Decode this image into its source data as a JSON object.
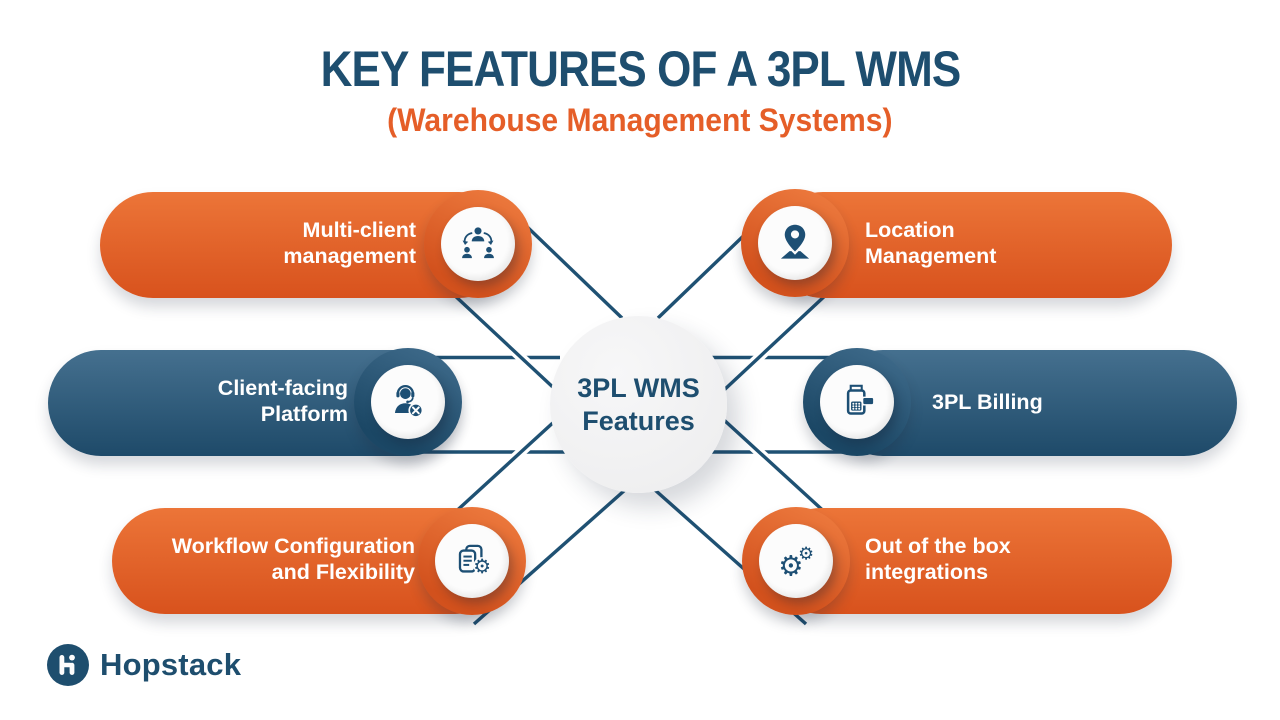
{
  "header": {
    "title": "KEY FEATURES OF A 3PL WMS",
    "subtitle": "(Warehouse Management Systems)"
  },
  "center": {
    "label": "3PL WMS Features",
    "lines": [
      "3PL WMS",
      "Features"
    ]
  },
  "features": [
    {
      "label": "Multi-client management",
      "lines": [
        "Multi-client",
        "management"
      ],
      "position": "top-left",
      "color": "orange",
      "icon": "org-hierarchy-icon"
    },
    {
      "label": "Location Management",
      "lines": [
        "Location",
        "Management"
      ],
      "position": "top-right",
      "color": "orange",
      "icon": "location-pin-icon"
    },
    {
      "label": "Client-facing Platform",
      "lines": [
        "Client-facing",
        "Platform"
      ],
      "position": "middle-left",
      "color": "blue",
      "icon": "support-agent-icon"
    },
    {
      "label": "3PL Billing",
      "lines": [
        "3PL Billing"
      ],
      "position": "middle-right",
      "color": "blue",
      "icon": "payment-terminal-icon"
    },
    {
      "label": "Workflow Configuration and Flexibility",
      "lines": [
        "Workflow Configuration",
        "and Flexibility"
      ],
      "position": "bottom-left",
      "color": "orange",
      "icon": "document-gear-icon"
    },
    {
      "label": "Out of the box integrations",
      "lines": [
        "Out of the box",
        "integrations"
      ],
      "position": "bottom-right",
      "color": "orange",
      "icon": "gears-icon"
    }
  ],
  "footer": {
    "brand": "Hopstack"
  },
  "colors": {
    "orange_top": "#EC7538",
    "orange_bottom": "#D8521D",
    "blue_top": "#45708F",
    "blue_bottom": "#1E4A69",
    "navy_text": "#1E4E6F",
    "subtitle_orange": "#E55E28",
    "connector_line": "#1F5173",
    "icon_navy": "#1D4F74",
    "center_circle": "#F2F2F3",
    "background": "#FFFFFF"
  }
}
